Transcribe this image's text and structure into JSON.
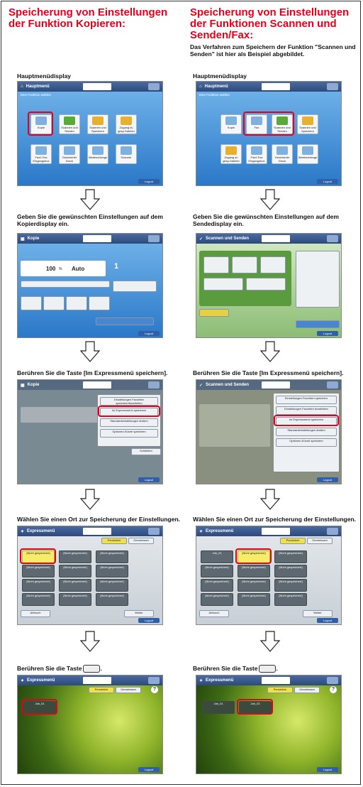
{
  "left": {
    "heading": "Speicherung von Einstellungen der Funktion Kopieren:",
    "step1": "Hauptmenüdisplay",
    "step2": "Geben Sie die gewünschten Einstellungen auf dem Kopierdisplay ein.",
    "step3": "Berühren Sie die Taste [Im Expressmenü speichern].",
    "step4": "Wählen Sie einen Ort zur Speicherung der Einstellungen.",
    "step5": "Berühren Sie die Taste"
  },
  "right": {
    "heading": "Speicherung von Einstellungen der Funktionen Scannen und Senden/Fax:",
    "note": "Das Verfahren zum Speichern der Funktion \"Scannen und Senden\" ist hier als Beispiel abgebildet.",
    "step1": "Hauptmenüdisplay",
    "step2": "Geben Sie die gewünschten Einstellungen auf dem Sendedisplay ein.",
    "step3": "Berühren Sie die Taste [Im Expressmenü speichern].",
    "step4": "Wählen Sie einen Ort zur Speicherung der Einstellungen.",
    "step5": "Berühren Sie die Taste"
  },
  "screens": {
    "hauptmenu_title": "Hauptmenü",
    "eine_funktion": "Eine Funktion wählen",
    "tiles_left": [
      "Kopie",
      "Scannen und Senden",
      "Scannen und Speichern",
      "Zugang zu gesp.Dateien",
      "Fax/I-Fax Eingangsbox",
      "Gesicherter Druck",
      "Warteschlange",
      "Scanner"
    ],
    "tiles_right": [
      "Kopie",
      "Fax",
      "Scannen und Senden",
      "Scannen und Speichern",
      "Zugang zu gesp.Dateien",
      "Fax/I-Fax Eingangsbox",
      "Gesicherter Druck",
      "Warteschlange"
    ],
    "kopie_title": "Kopie",
    "scan_title": "Scannen und Senden",
    "express_title": "Expressmenü",
    "kopie_value": "100",
    "kopie_unit": "%",
    "kopie_auto": "Auto",
    "kopie_count": "1",
    "menu_items_left": [
      "Einstellungen Favoriten speichern/bearbeiten",
      "Im Expressmenü speichern",
      "Standardeinstellungen ändern",
      "Optionen-Kürzel speichern"
    ],
    "menu_items_right": [
      "Einstellungen Favoriten speichern",
      "Einstellungen Favoriten bearbeiten",
      "Im Expressmenü speichern",
      "Standardeinstellungen ändern",
      "Optionen-Kürzel speichern"
    ],
    "persoenlich": "Persönlich",
    "gemeinsam": "Gemeinsam",
    "nicht_gespeichert": "(Nicht gespeichert)",
    "abbruch": "Abbruch",
    "weiter": "Weiter",
    "job1": "Job_01",
    "job2": "Job_02",
    "logout": "Logout",
    "schliessen": "Schließen"
  }
}
